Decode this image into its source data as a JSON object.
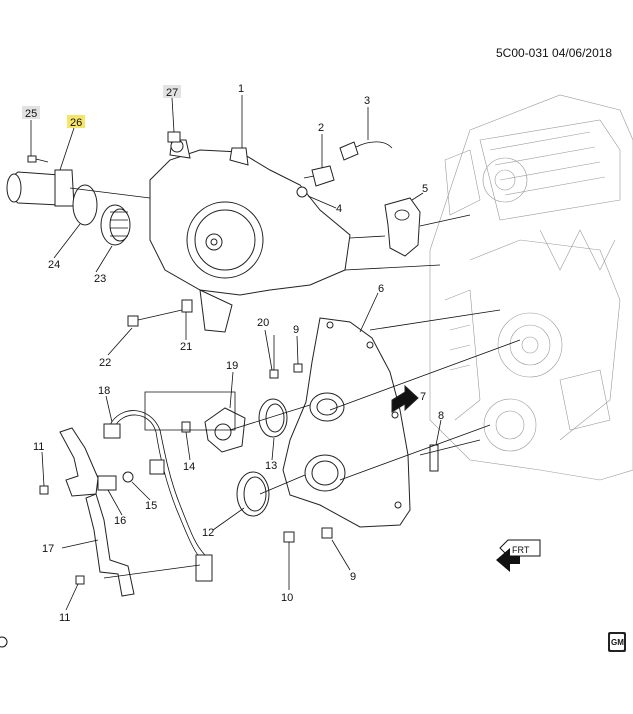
{
  "header": {
    "code_date": "5C00-031  04/06/2018"
  },
  "fwd_label": "FRT",
  "gm_logo": "GM",
  "highlight_color": "#f5e66a",
  "callouts": [
    {
      "id": "1",
      "label": "1"
    },
    {
      "id": "2",
      "label": "2"
    },
    {
      "id": "3",
      "label": "3"
    },
    {
      "id": "4",
      "label": "4"
    },
    {
      "id": "5",
      "label": "5"
    },
    {
      "id": "6",
      "label": "6"
    },
    {
      "id": "7",
      "label": "7"
    },
    {
      "id": "8",
      "label": "8"
    },
    {
      "id": "9a",
      "label": "9"
    },
    {
      "id": "9b",
      "label": "9"
    },
    {
      "id": "10",
      "label": "10"
    },
    {
      "id": "11a",
      "label": "11"
    },
    {
      "id": "11b",
      "label": "11"
    },
    {
      "id": "12",
      "label": "12"
    },
    {
      "id": "13",
      "label": "13"
    },
    {
      "id": "14",
      "label": "14"
    },
    {
      "id": "15",
      "label": "15"
    },
    {
      "id": "16",
      "label": "16"
    },
    {
      "id": "17",
      "label": "17"
    },
    {
      "id": "18",
      "label": "18"
    },
    {
      "id": "19",
      "label": "19"
    },
    {
      "id": "20",
      "label": "20"
    },
    {
      "id": "21",
      "label": "21"
    },
    {
      "id": "22",
      "label": "22"
    },
    {
      "id": "23",
      "label": "23"
    },
    {
      "id": "24",
      "label": "24"
    },
    {
      "id": "25",
      "label": "25"
    },
    {
      "id": "26",
      "label": "26",
      "highlighted": true
    },
    {
      "id": "27",
      "label": "27"
    }
  ]
}
